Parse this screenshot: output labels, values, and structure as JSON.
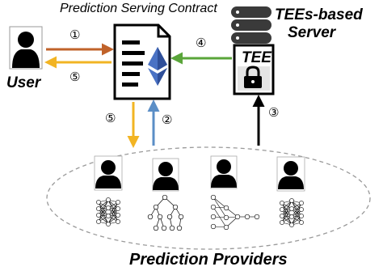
{
  "title": "Prediction Serving Contract",
  "user_label": "User",
  "server_label_line1": "TEEs-based",
  "server_label_line2": "Server",
  "tee_label": "TEE",
  "providers_label": "Prediction Providers",
  "steps": {
    "s1": "①",
    "s2": "②",
    "s3": "③",
    "s4": "④",
    "s5a": "⑤",
    "s5b": "⑤"
  },
  "colors": {
    "arrow_step1": "#c0622a",
    "arrow_step4": "#5aa53a",
    "arrow_step5": "#f2b423",
    "arrow_step2": "#5b8ec6",
    "arrow_step3": "#000000",
    "ethereum": "#4a72c4"
  },
  "icons": [
    "user-icon",
    "contract-document-icon",
    "ethereum-icon",
    "server-icon",
    "lock-icon",
    "provider-person-icon",
    "neural-network-icon",
    "decision-tree-icon"
  ]
}
